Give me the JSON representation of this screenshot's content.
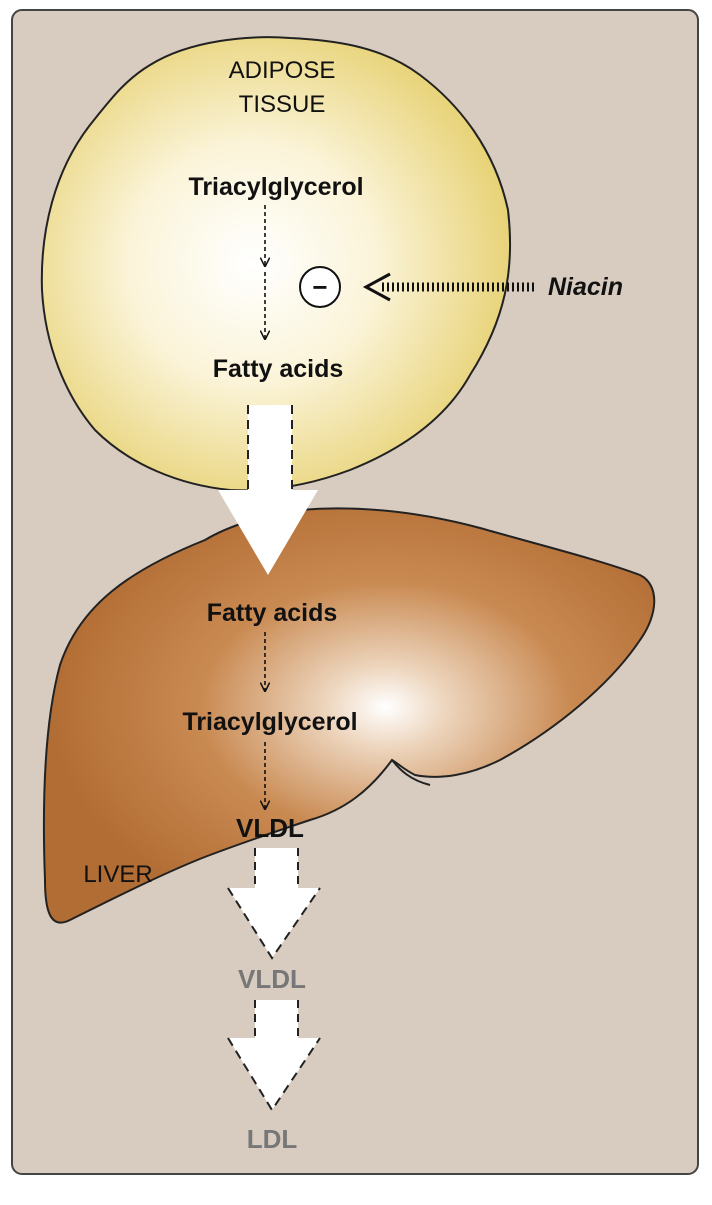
{
  "diagram": {
    "adipose": {
      "label_line1": "ADIPOSE",
      "label_line2": "TISSUE",
      "substrate": "Triacylglycerol",
      "product": "Fatty acids"
    },
    "drug": {
      "name": "Niacin",
      "inhibition_symbol": "−"
    },
    "liver": {
      "label": "LIVER",
      "step1": "Fatty acids",
      "step2": "Triacylglycerol",
      "step3": "VLDL"
    },
    "circulation": {
      "step1": "VLDL",
      "step2": "LDL"
    },
    "colors": {
      "background": "#d8cbbf",
      "adipose_center": "#ffffff",
      "adipose_edge": "#ead67a",
      "liver_center": "#ffffff",
      "liver_edge": "#b8733a",
      "grey_text": "#777777"
    }
  }
}
